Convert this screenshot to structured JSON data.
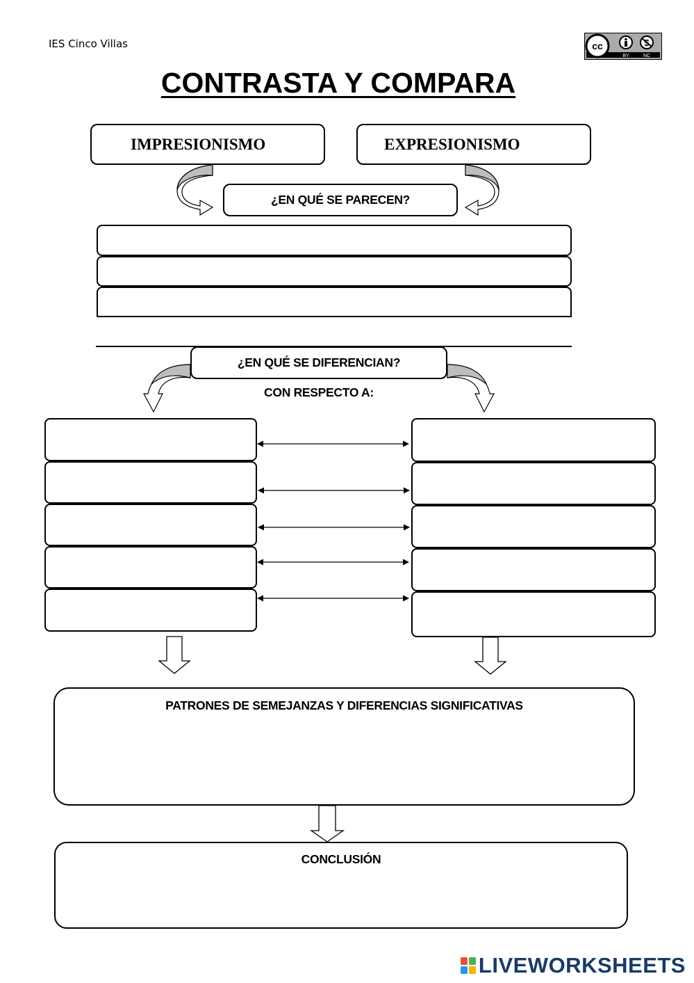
{
  "header": {
    "school": "IES Cinco Villas",
    "license": {
      "cc": "cc",
      "by": "BY",
      "nc": "NC"
    }
  },
  "title": "CONTRASTA Y COMPARA",
  "topics": {
    "left": "IMPRESIONISMO",
    "right": "EXPRESIONISMO"
  },
  "similar": {
    "label": "¿EN QUÉ SE PARECEN?",
    "fields": [
      "",
      "",
      ""
    ]
  },
  "differ": {
    "label": "¿EN QUÉ SE DIFERENCIAN?",
    "sublabel": "CON RESPECTO A:",
    "left_fields": [
      "",
      "",
      "",
      "",
      ""
    ],
    "right_fields": [
      "",
      "",
      "",
      "",
      ""
    ]
  },
  "patterns": {
    "heading": "PATRONES DE SEMEJANZAS Y DIFERENCIAS SIGNIFICATIVAS",
    "content": ""
  },
  "conclusion": {
    "heading": "CONCLUSIÓN",
    "content": ""
  },
  "footer": {
    "brand": "LIVEWORKSHEETS"
  },
  "colors": {
    "brand": "#1a3a66",
    "logo": [
      "#e94e3c",
      "#4caf50",
      "#2196f3",
      "#f5b400"
    ]
  }
}
